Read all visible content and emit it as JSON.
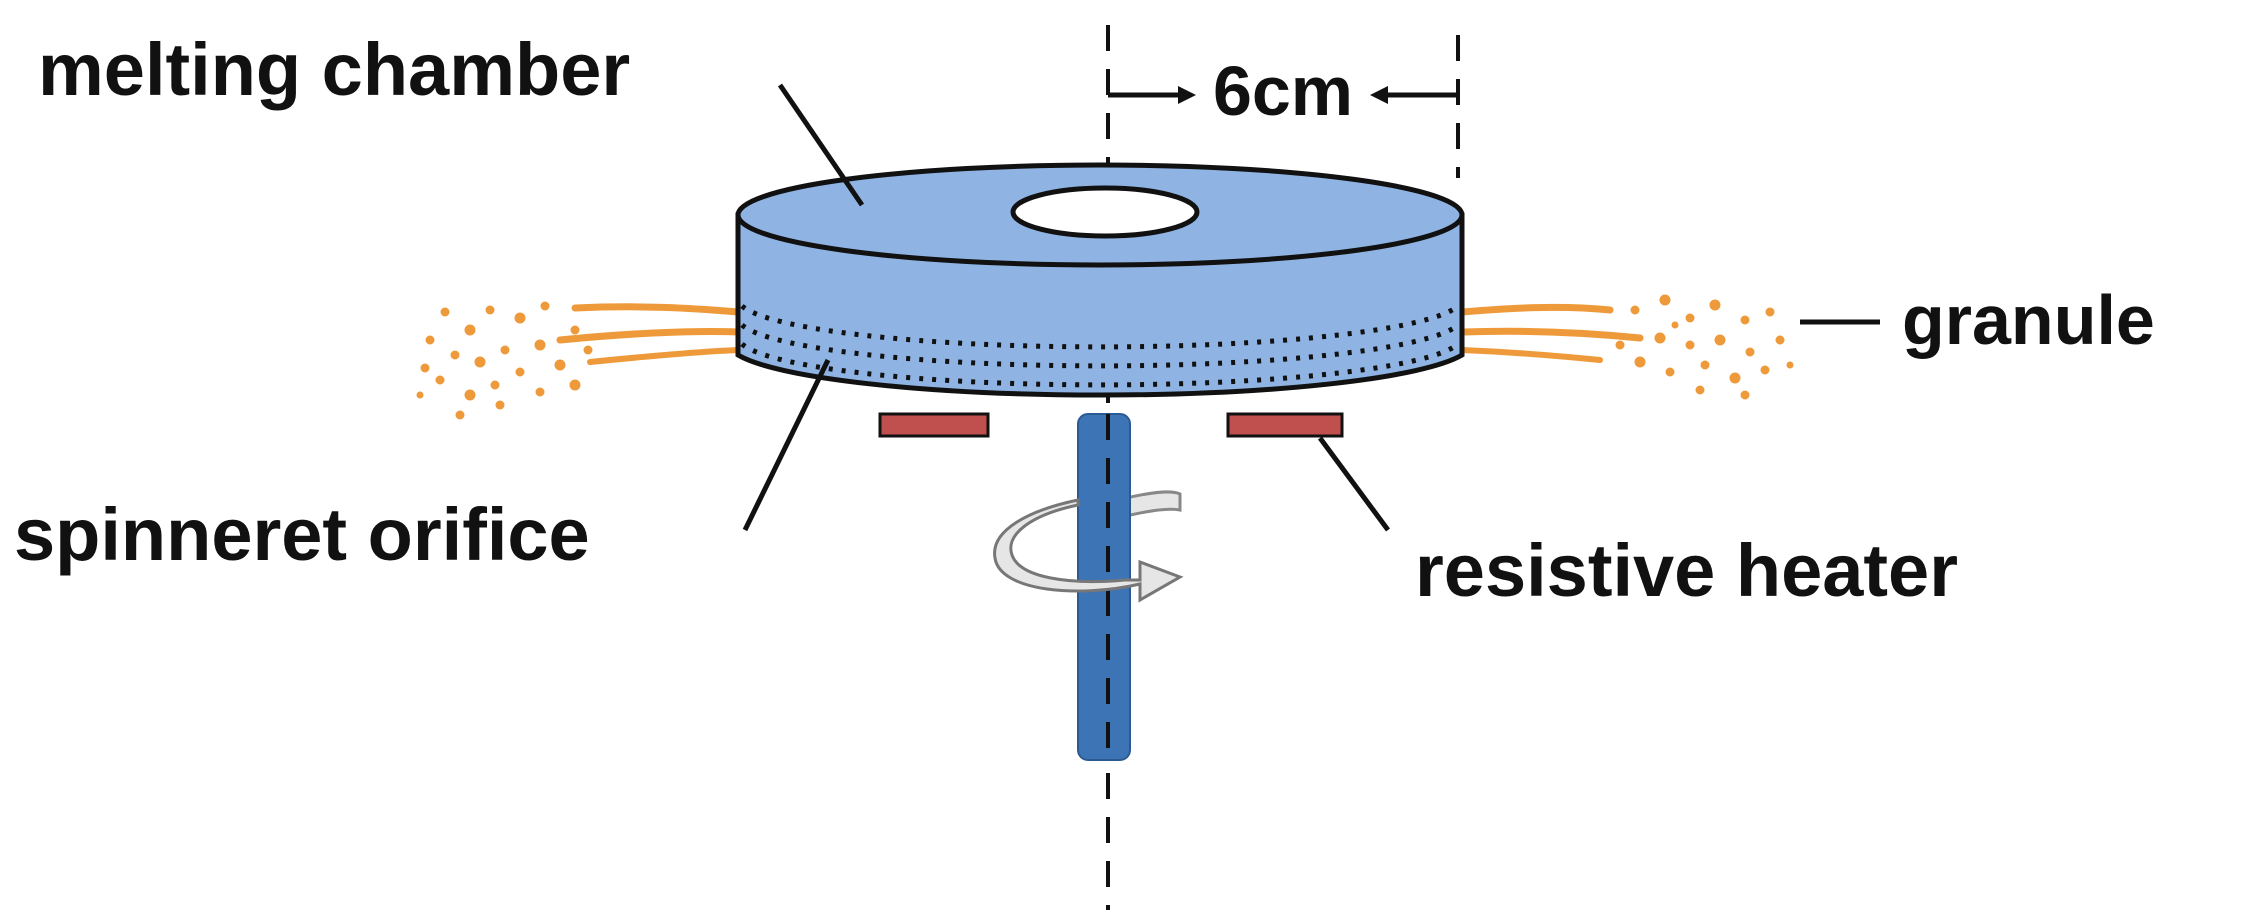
{
  "labels": {
    "melting_chamber": "melting chamber",
    "radius": "6cm",
    "granule": "granule",
    "spinneret_orifice": "spinneret orifice",
    "resistive_heater": "resistive heater"
  },
  "colors": {
    "chamber_fill": "#8fb4e3",
    "chamber_outline": "#000000",
    "shaft": "#3d74b6",
    "heater": "#c0504d",
    "granule": "#ee9a3a",
    "arrow": "#e6e6e6"
  }
}
